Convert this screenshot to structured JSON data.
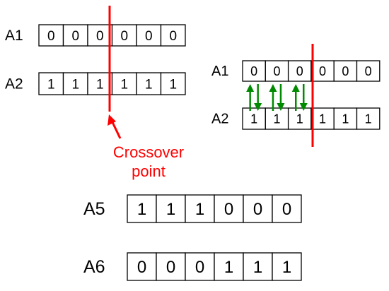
{
  "colors": {
    "crossover": "#ff0000",
    "swap_arrow": "#008a00",
    "cell_border": "#000000",
    "text": "#000000"
  },
  "left_panel": {
    "rows": [
      {
        "label": "A1",
        "bits": [
          "0",
          "0",
          "0",
          "0",
          "0",
          "0"
        ]
      },
      {
        "label": "A2",
        "bits": [
          "1",
          "1",
          "1",
          "1",
          "1",
          "1"
        ]
      }
    ],
    "crossover_label_line1": "Crossover",
    "crossover_label_line2": "point"
  },
  "right_panel": {
    "rows": [
      {
        "label": "A1",
        "bits": [
          "0",
          "0",
          "0",
          "0",
          "0",
          "0"
        ]
      },
      {
        "label": "A2",
        "bits": [
          "1",
          "1",
          "1",
          "1",
          "1",
          "1"
        ]
      }
    ],
    "swapped_positions": 3
  },
  "offspring": [
    {
      "label": "A5",
      "bits": [
        "1",
        "1",
        "1",
        "0",
        "0",
        "0"
      ]
    },
    {
      "label": "A6",
      "bits": [
        "0",
        "0",
        "0",
        "1",
        "1",
        "1"
      ]
    }
  ]
}
